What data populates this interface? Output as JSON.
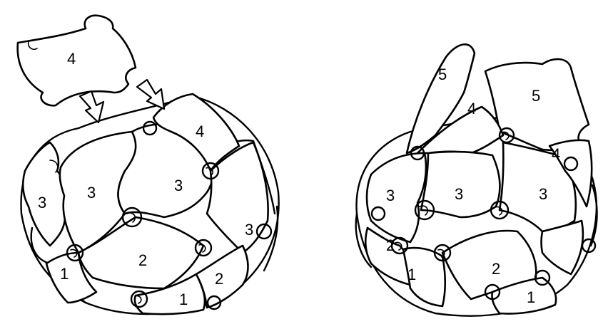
{
  "left_assembly": {
    "loose_piece_label": "4",
    "piece_labels": [
      "3",
      "3",
      "3",
      "4",
      "3",
      "2",
      "1",
      "1",
      "2"
    ]
  },
  "right_assembly": {
    "piece_labels": [
      "5",
      "5",
      "4",
      "3",
      "3",
      "3",
      "4",
      "2",
      "1",
      "2",
      "1"
    ]
  },
  "colors": {
    "line": "#000000",
    "fill": "#ffffff"
  },
  "icons": [
    "arrow-down-icon",
    "arrow-down-icon"
  ]
}
